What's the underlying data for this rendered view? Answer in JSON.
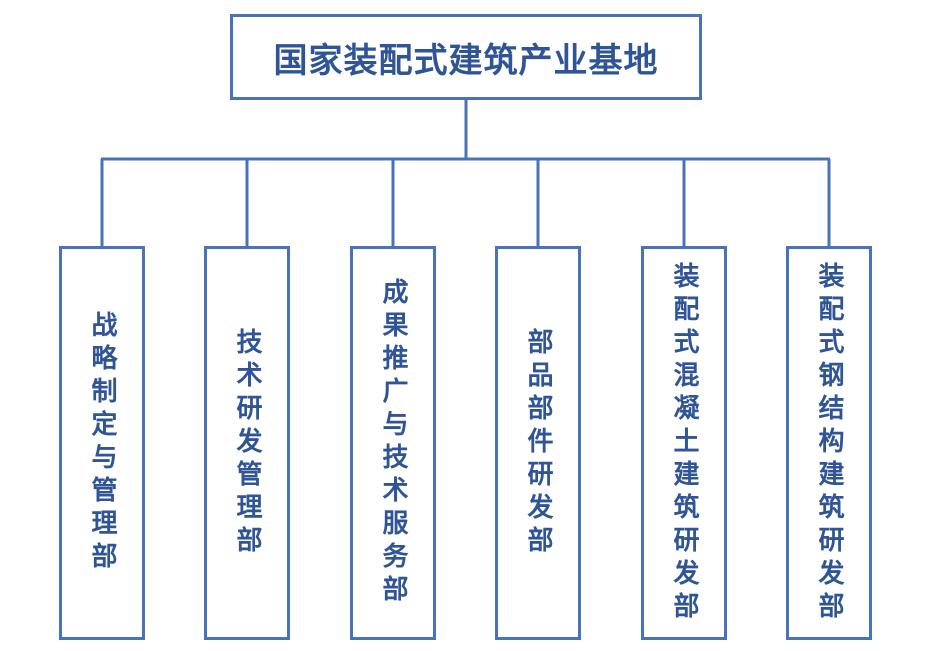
{
  "diagram": {
    "root": {
      "label": "国家装配式建筑产业基地"
    },
    "departments": [
      {
        "label": "战略制定与管理部"
      },
      {
        "label": "技术研发管理部"
      },
      {
        "label": "成果推广与技术服务部"
      },
      {
        "label": "部品部件研发部"
      },
      {
        "label": "装配式混凝土建筑研发部"
      },
      {
        "label": "装配式钢结构建筑研发部"
      }
    ],
    "colors": {
      "line": "#4a72b8",
      "text": "#2f5597",
      "background": "#ffffff"
    }
  }
}
